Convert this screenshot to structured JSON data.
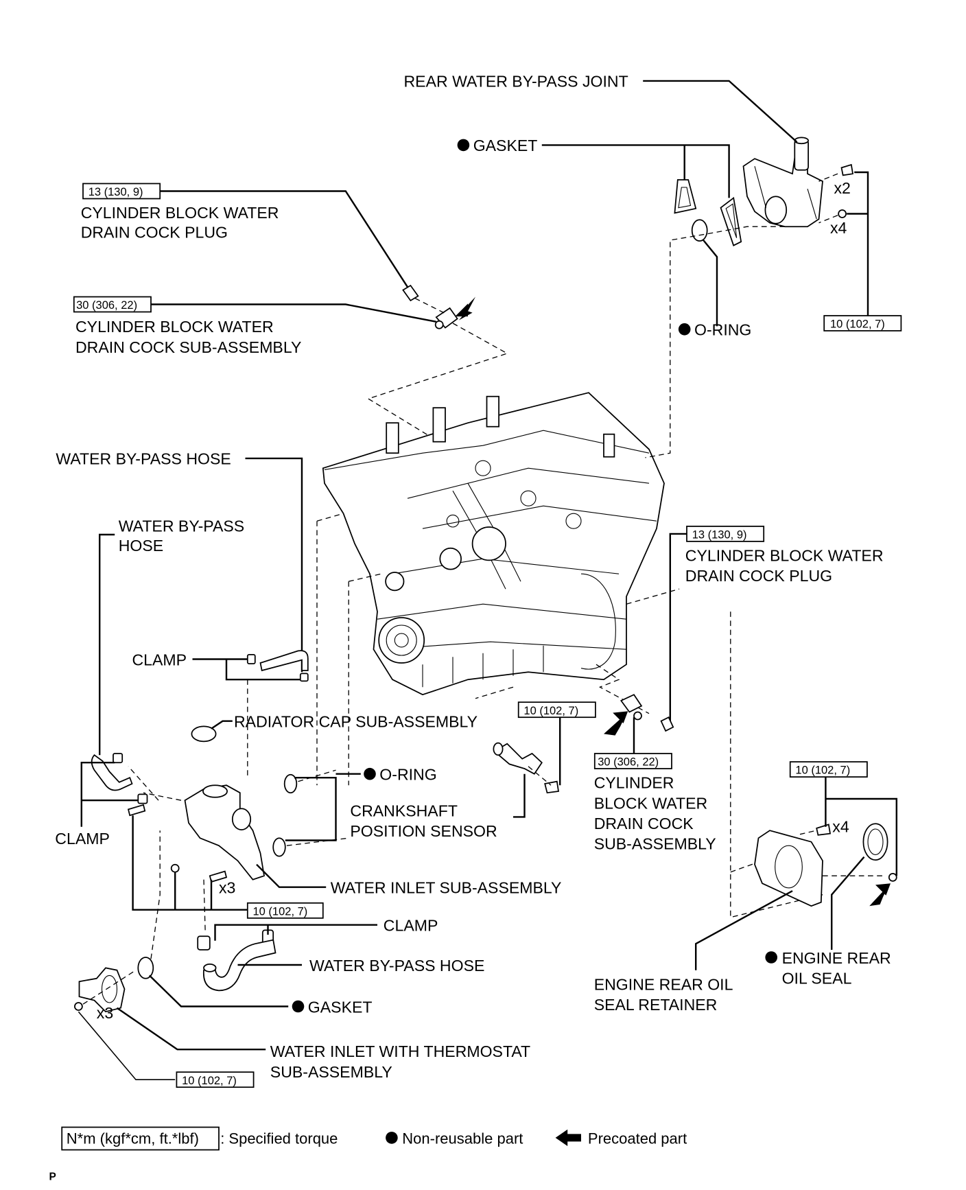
{
  "diagram": {
    "title": "Engine cooling / cylinder block exploded view",
    "labels": {
      "rear_water_bypass_joint": "REAR WATER BY-PASS JOINT",
      "gasket_top": "GASKET",
      "o_ring_top": "O-RING",
      "torque_top_right": "10 (102, 7)",
      "qty_x2": "x2",
      "qty_x4_top": "x4",
      "drain_plug_left_torque": "13 (130, 9)",
      "drain_plug_left_line1": "CYLINDER BLOCK WATER",
      "drain_plug_left_line2": "DRAIN COCK PLUG",
      "drain_cock_left_torque": "30 (306, 22)",
      "drain_cock_left_line1": "CYLINDER BLOCK WATER",
      "drain_cock_left_line2": "DRAIN COCK SUB-ASSEMBLY",
      "bypass_hose_upper": "WATER BY-PASS HOSE",
      "bypass_hose_left_line1": "WATER BY-PASS",
      "bypass_hose_left_line2": "HOSE",
      "clamp_upper": "CLAMP",
      "radiator_cap": "RADIATOR CAP SUB-ASSEMBLY",
      "o_ring_mid": "O-RING",
      "crank_sensor_line1": "CRANKSHAFT",
      "crank_sensor_line2": "POSITION SENSOR",
      "clamp_left": "CLAMP",
      "water_inlet_sub": "WATER INLET SUB-ASSEMBLY",
      "qty_x3_mid": "x3",
      "torque_water_inlet": "10 (102, 7)",
      "clamp_lower": "CLAMP",
      "bypass_hose_lower": "WATER BY-PASS HOSE",
      "gasket_lower": "GASKET",
      "qty_x3_low": "x3",
      "inlet_thermostat_line1": "WATER INLET WITH THERMOSTAT",
      "inlet_thermostat_line2": "SUB-ASSEMBLY",
      "torque_thermostat": "10 (102, 7)",
      "drain_plug_right_torque": "13 (130, 9)",
      "drain_plug_right_line1": "CYLINDER BLOCK WATER",
      "drain_plug_right_line2": "DRAIN COCK PLUG",
      "torque_crank_sensor": "10 (102, 7)",
      "drain_cock_right_torque": "30 (306, 22)",
      "drain_cock_right_line1": "CYLINDER",
      "drain_cock_right_line2": "BLOCK WATER",
      "drain_cock_right_line3": "DRAIN COCK",
      "drain_cock_right_line4": "SUB-ASSEMBLY",
      "torque_oil_seal_retainer": "10 (102, 7)",
      "qty_x4_low": "x4",
      "rear_oil_seal_line1": "ENGINE REAR",
      "rear_oil_seal_line2": "OIL SEAL",
      "retainer_line1": "ENGINE REAR OIL",
      "retainer_line2": "SEAL RETAINER"
    },
    "legend": {
      "torque_box": "N*m (kgf*cm, ft.*lbf)",
      "torque_desc": ": Specified torque",
      "non_reusable": "Non-reusable part",
      "precoated": "Precoated part"
    },
    "page_marker": "P"
  }
}
